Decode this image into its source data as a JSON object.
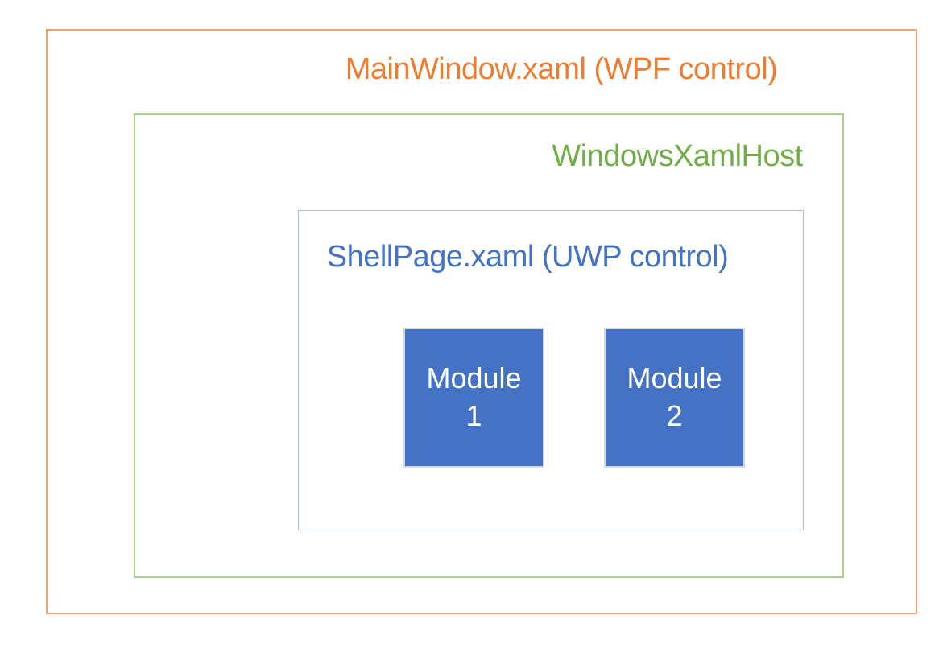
{
  "colors": {
    "wpf_text": "#ED7D31",
    "wpf_border": "#F2A069",
    "host_text": "#70AD47",
    "host_border": "#A9D18E",
    "shell_text": "#4472C4",
    "shell_border": "#A6BCE2",
    "module_fill": "#4472C4",
    "module_border": "#D6D6DE",
    "module_text": "#FFFFFF"
  },
  "diagram": {
    "wpf_box_label": "MainWindow.xaml (WPF control)",
    "host_box_label": "WindowsXamlHost",
    "shell_box_label": "ShellPage.xaml (UWP control)",
    "modules": [
      {
        "name": "Module",
        "number": "1"
      },
      {
        "name": "Module",
        "number": "2"
      }
    ]
  }
}
